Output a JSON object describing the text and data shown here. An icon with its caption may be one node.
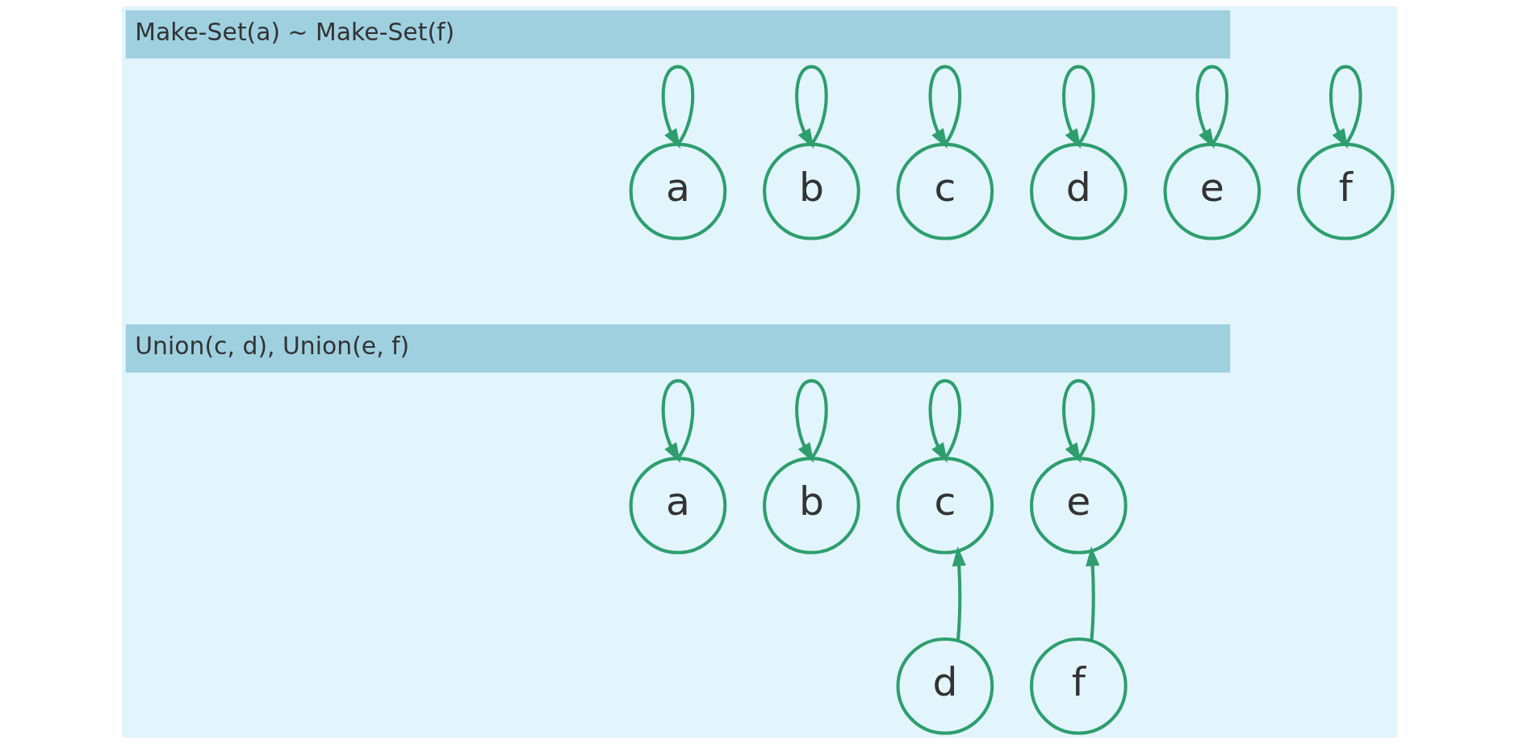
{
  "diagram": {
    "nodes": [
      {
        "text": [
          "Make-Set(a) ~ Make-Set(f)"
        ]
      },
      {
        "text": [
          "a"
        ]
      },
      {
        "text": [
          "b"
        ]
      },
      {
        "text": [
          "c"
        ]
      },
      {
        "text": [
          "d"
        ]
      },
      {
        "text": [
          "e"
        ]
      },
      {
        "text": [
          "f"
        ]
      },
      {
        "text": [
          "Union(c, d), Union(e, f)"
        ]
      },
      {
        "text": [
          "a"
        ]
      },
      {
        "text": [
          "b"
        ]
      },
      {
        "text": [
          "c"
        ]
      },
      {
        "text": [
          "d"
        ]
      },
      {
        "text": [
          "e"
        ]
      },
      {
        "text": [
          "f"
        ]
      }
    ],
    "edges": [
      {
        "from": 1,
        "to": 1,
        "arrow": "to"
      },
      {
        "from": 2,
        "to": 2,
        "arrow": "to"
      },
      {
        "from": 3,
        "to": 3,
        "arrow": "to"
      },
      {
        "from": 4,
        "to": 4,
        "arrow": "to"
      },
      {
        "from": 5,
        "to": 5,
        "arrow": "to"
      },
      {
        "from": 6,
        "to": 6,
        "arrow": "to"
      },
      {
        "from": 8,
        "to": 8,
        "arrow": "to"
      },
      {
        "from": 9,
        "to": 9,
        "arrow": "to"
      },
      {
        "from": 10,
        "to": 10,
        "arrow": "to"
      },
      {
        "from": 12,
        "to": 12,
        "arrow": "to"
      },
      {
        "from": 11,
        "to": 10,
        "arrow": "to"
      },
      {
        "from": 13,
        "to": 12,
        "arrow": "to"
      }
    ]
  }
}
